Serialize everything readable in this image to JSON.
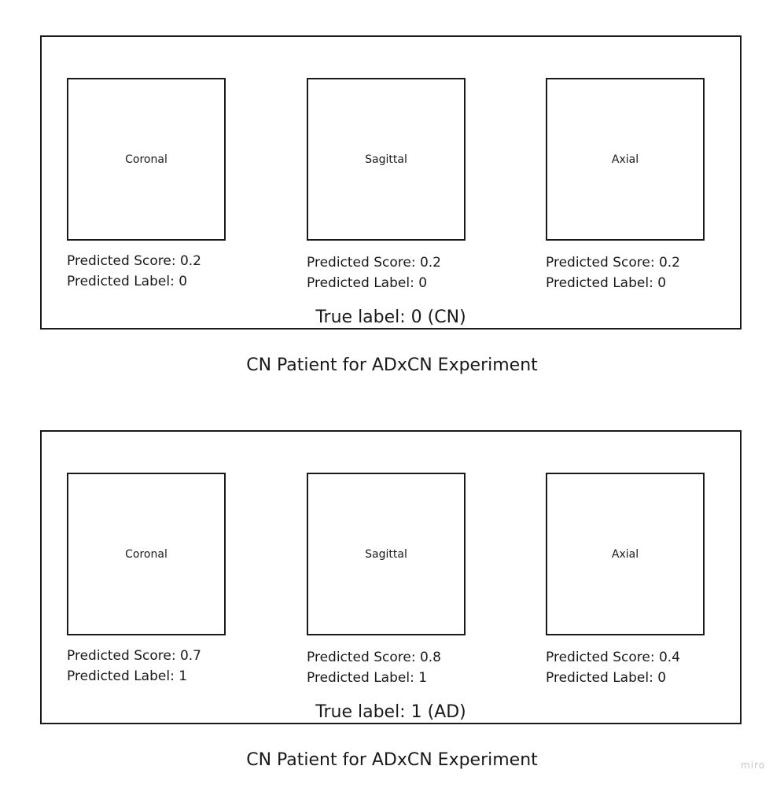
{
  "experiments": [
    {
      "views": [
        {
          "name": "Coronal",
          "score_text": "Predicted Score: 0.2",
          "label_text": "Predicted Label: 0"
        },
        {
          "name": "Sagittal",
          "score_text": "Predicted Score: 0.2",
          "label_text": "Predicted Label: 0"
        },
        {
          "name": "Axial",
          "score_text": "Predicted Score: 0.2",
          "label_text": "Predicted Label: 0"
        }
      ],
      "true_label": "True label: 0 (CN)",
      "caption": "CN Patient for ADxCN Experiment"
    },
    {
      "views": [
        {
          "name": "Coronal",
          "score_text": "Predicted Score: 0.7",
          "label_text": "Predicted Label: 1"
        },
        {
          "name": "Sagittal",
          "score_text": "Predicted Score: 0.8",
          "label_text": "Predicted Label: 1"
        },
        {
          "name": "Axial",
          "score_text": "Predicted Score: 0.4",
          "label_text": "Predicted Label: 0"
        }
      ],
      "true_label": "True label: 1 (AD)",
      "caption": "CN Patient for ADxCN Experiment"
    }
  ],
  "watermark": "miro"
}
